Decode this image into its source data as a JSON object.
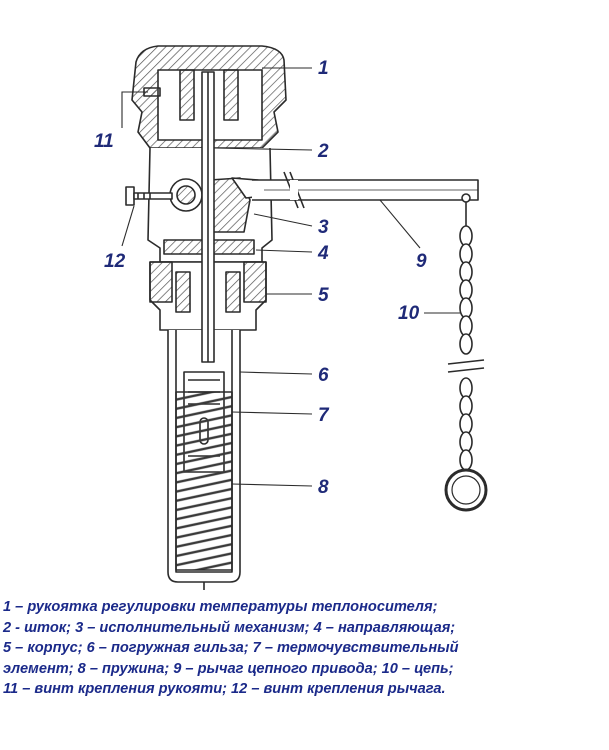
{
  "figure": {
    "callouts": [
      "1",
      "2",
      "3",
      "4",
      "5",
      "6",
      "7",
      "8",
      "9",
      "10",
      "11",
      "12"
    ]
  },
  "caption": {
    "lines": [
      "1 – рукоятка регулировки температуры теплоносителя;",
      "2 - шток; 3 – исполнительный механизм; 4 – направляющая;",
      "5 – корпус; 6 – погружная гильза; 7 – термочувствительный",
      "элемент; 8 – пружина; 9 – рычаг цепного привода; 10 – цепь;",
      "11 – винт крепления рукояти; 12 – винт крепления рычага."
    ]
  },
  "colors": {
    "callout_text": "#1f2a78",
    "caption_text": "#1b2a8a",
    "drawing_line": "#2b2b2b",
    "hatch": "#555555"
  }
}
